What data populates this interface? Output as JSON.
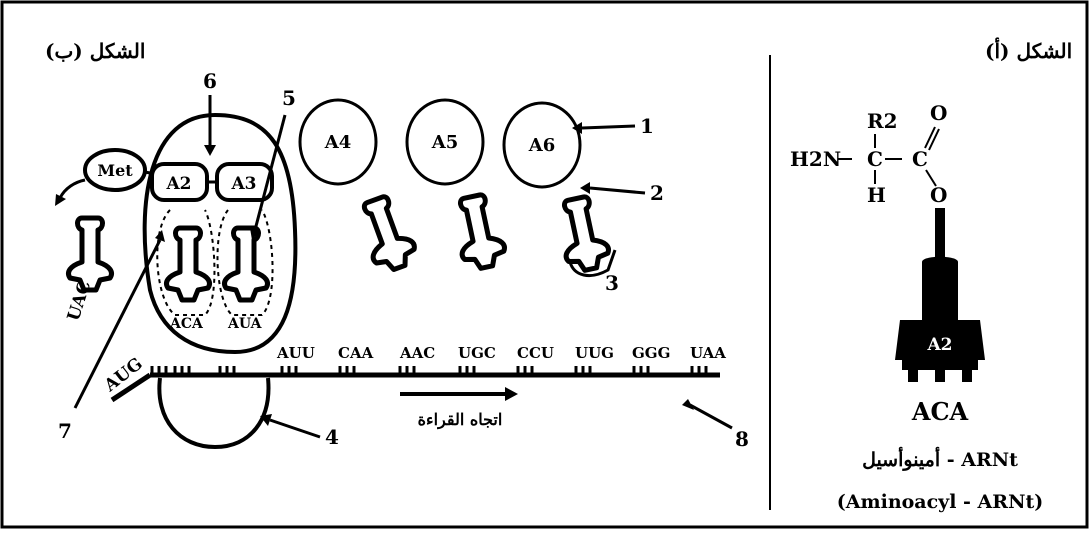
{
  "panel_b": {
    "title": "الشكل (ب)",
    "labels": {
      "n1": "1",
      "n2": "2",
      "n3": "3",
      "n4": "4",
      "n5": "5",
      "n6": "6",
      "n7": "7",
      "n8": "8"
    },
    "amino_acids": {
      "met": "Met",
      "a2": "A2",
      "a3": "A3",
      "a4": "A4",
      "a5": "A5",
      "a6": "A6"
    },
    "anticodons": {
      "uac": "UAC",
      "aca": "ACA",
      "aua": "AUA"
    },
    "start_codon": "AUG",
    "codons": [
      "AUU",
      "CAA",
      "AAC",
      "UGC",
      "CCU",
      "UUG",
      "GGG",
      "UAA"
    ],
    "reading_direction": "اتجاه القراءة"
  },
  "panel_a": {
    "title": "الشكل (أ)",
    "formula": {
      "r2": "R2",
      "h2n": "H2N",
      "c": "C",
      "h": "H",
      "o": "O"
    },
    "amino_acid": "A2",
    "anticodon": "ACA",
    "name_ar": "أمينوأسيل - ARNt",
    "name_en": "(Aminoacyl - ARNt)"
  }
}
